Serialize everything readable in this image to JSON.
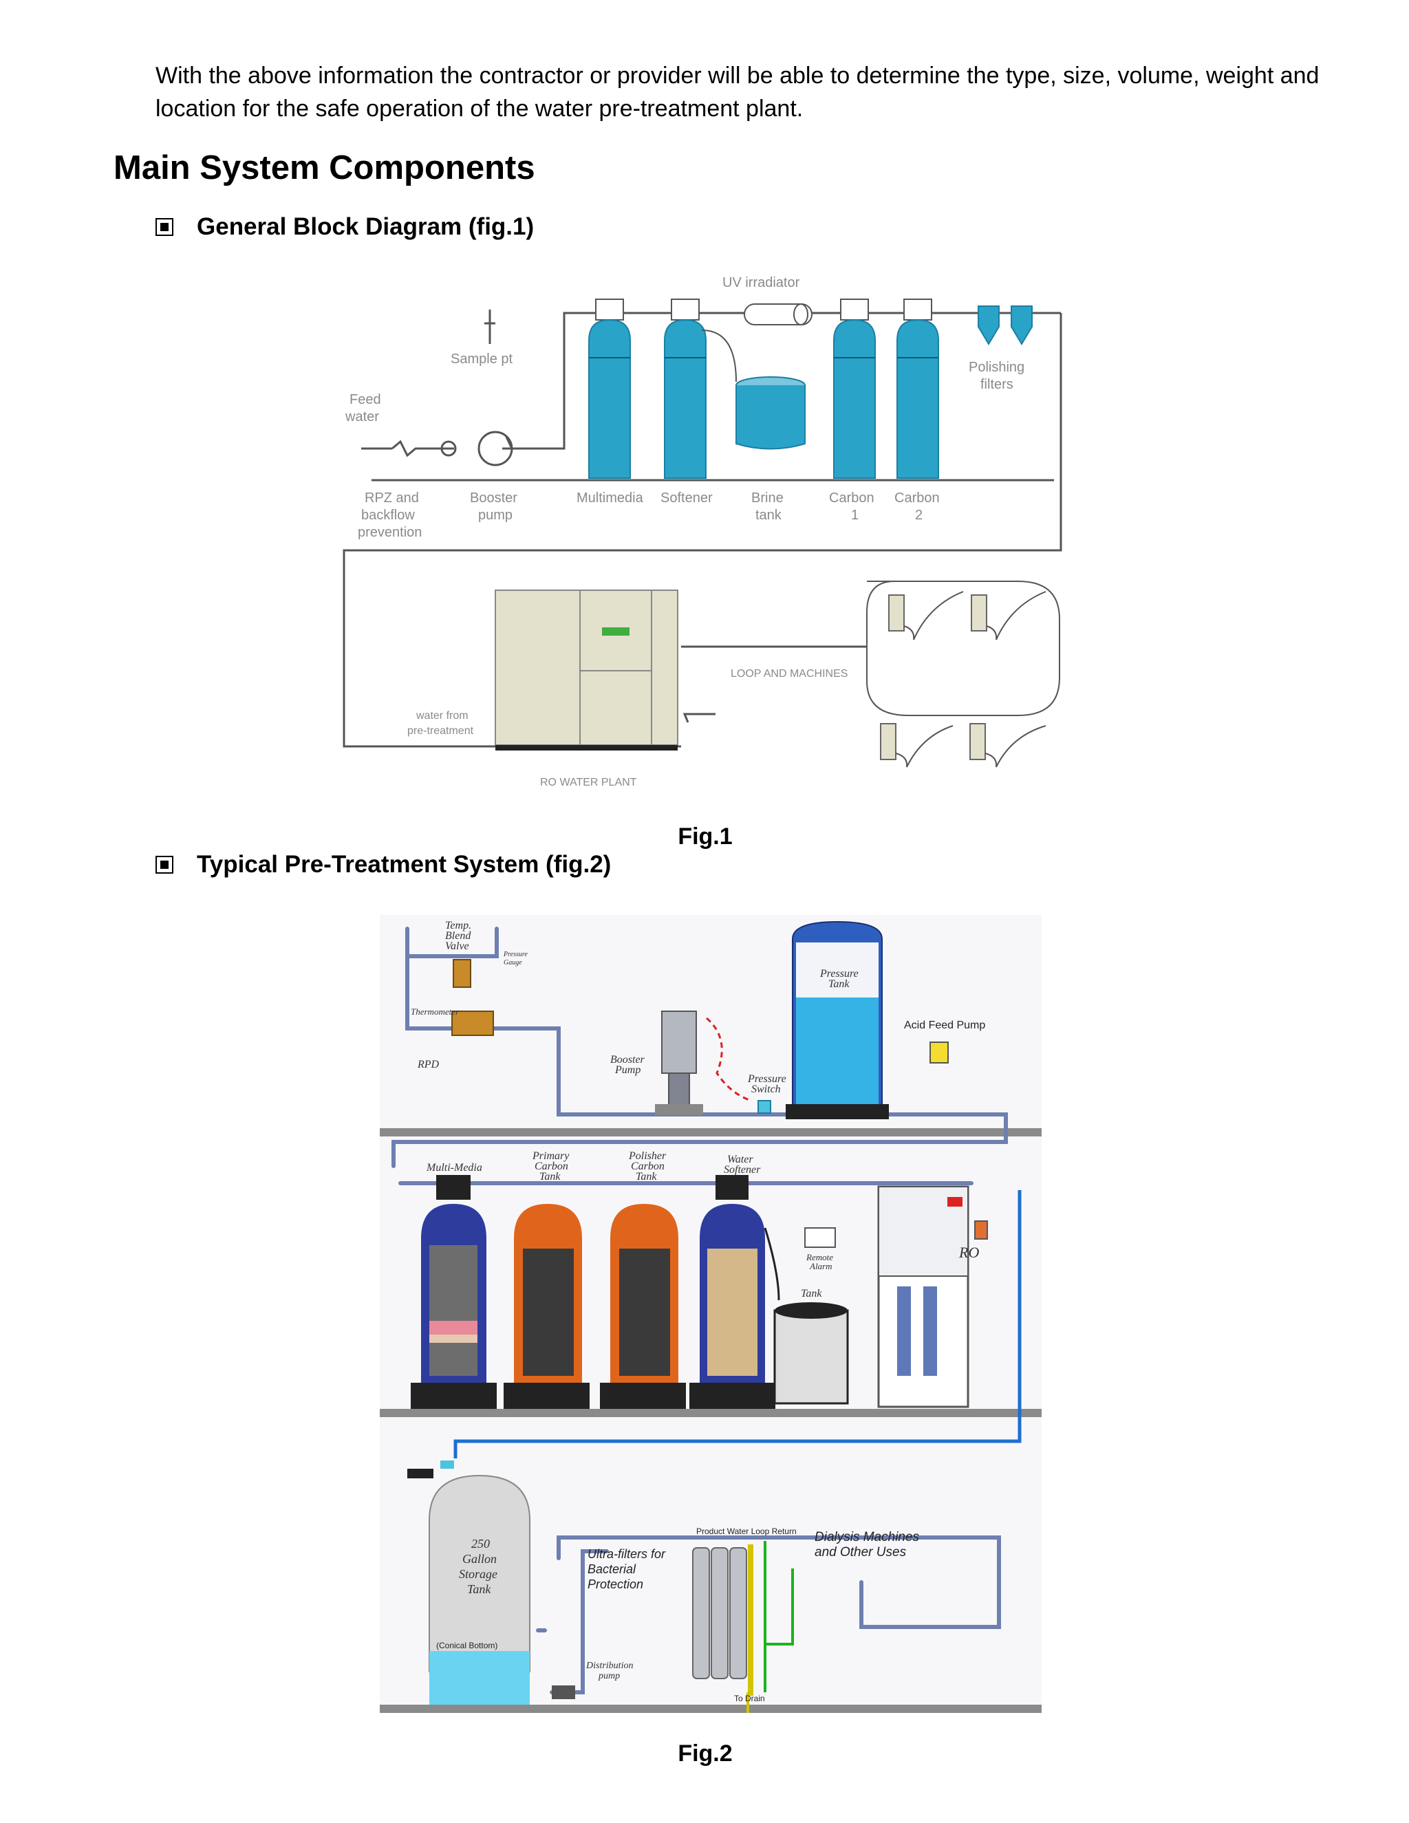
{
  "intro_text": "With the above information the contractor or provider will be able to determine the type, size, volume, weight and location for the safe operation of the water pre-treatment plant.",
  "section_title": "Main System Components",
  "bullets": [
    {
      "icon": "checkbox-icon",
      "label": "General Block Diagram (fig.1)"
    },
    {
      "icon": "checkbox-icon",
      "label": "Typical Pre-Treatment System (fig.2)"
    }
  ],
  "fig1": {
    "caption": "Fig.1",
    "labels": {
      "uv": "UV irradiator",
      "sample": "Sample pt",
      "feed1": "Feed",
      "feed2": "water",
      "polish1": "Polishing",
      "polish2": "filters",
      "rpz1": "RPZ and",
      "rpz2": "backflow",
      "rpz3": "prevention",
      "booster1": "Booster",
      "booster2": "pump",
      "multimedia": "Multimedia",
      "softener": "Softener",
      "brine1": "Brine",
      "brine2": "tank",
      "carbon1a": "Carbon",
      "carbon1b": "1",
      "carbon2a": "Carbon",
      "carbon2b": "2",
      "loop": "LOOP AND MACHINES",
      "wfp1": "water from",
      "wfp2": "pre-treatment",
      "ro": "RO WATER PLANT"
    },
    "colors": {
      "vessel": "#2aa3c9",
      "line": "#555555",
      "ro_plant": "#e3e0cc"
    }
  },
  "fig2": {
    "caption": "Fig.2",
    "labels": {
      "temp1": "Temp.",
      "temp2": "Blend",
      "temp3": "Valve",
      "pg1": "Pressure",
      "pg2": "Gauge",
      "thermo": "Thermometer",
      "rpd": "RPD",
      "booster1": "Booster",
      "booster2": "Pump",
      "pswitch1": "Pressure",
      "pswitch2": "Switch",
      "ptank1": "Pressure",
      "ptank2": "Tank",
      "acid": "Acid Feed Pump",
      "mm": "Multi-Media",
      "pc1": "Primary",
      "pc2": "Carbon",
      "pc3": "Tank",
      "po1": "Polisher",
      "po2": "Carbon",
      "po3": "Tank",
      "ws1": "Water",
      "ws2": "Softener",
      "alarm1": "Remote",
      "alarm2": "Alarm",
      "tank": "Tank",
      "ro": "RO",
      "st1": "250",
      "st2": "Gallon",
      "st3": "Storage",
      "st4": "Tank",
      "conical": "(Conical Bottom)",
      "loop_return": "Product Water Loop Return",
      "uf1": "Ultra-filters for",
      "uf2": "Bacterial",
      "uf3": "Protection",
      "dm1": "Dialysis Machines",
      "dm2": "and Other Uses",
      "dist1": "Distribution",
      "dist2": "pump",
      "drain": "To Drain"
    },
    "colors": {
      "blue_vessel": "#2e3c9e",
      "orange_vessel": "#e0651c",
      "pipe": "#6e7fb0",
      "blue_line": "#1c6fd1",
      "floor": "#8a8a8a"
    }
  }
}
